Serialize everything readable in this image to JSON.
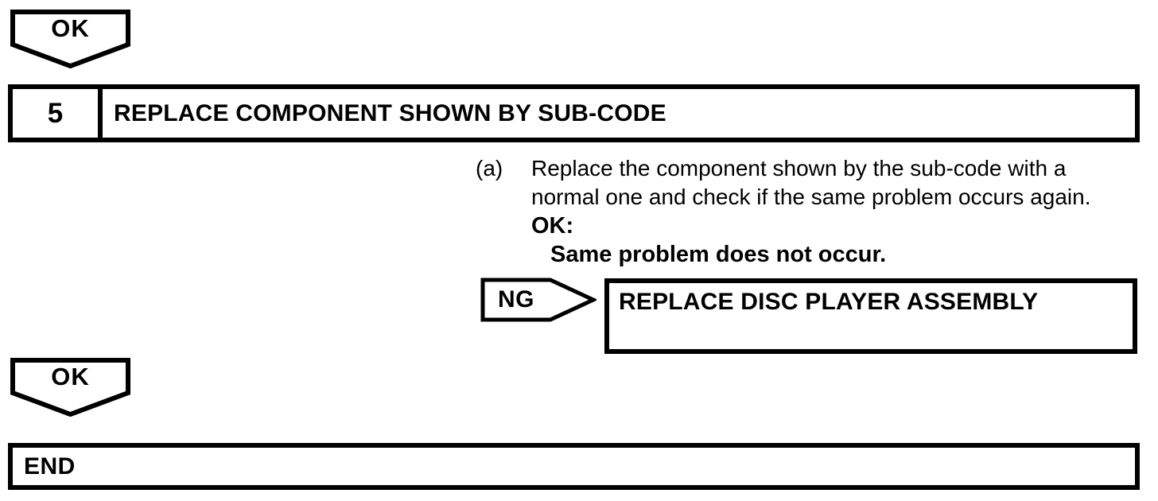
{
  "colors": {
    "ink": "#000000",
    "paper": "#ffffff"
  },
  "flowchart": {
    "connector_top": {
      "label": "OK"
    },
    "step": {
      "number": "5",
      "title": "REPLACE COMPONENT SHOWN BY SUB-CODE"
    },
    "instruction": {
      "marker": "(a)",
      "lines": [
        "Replace the component shown by the sub-code with a",
        "normal one and check if the same problem occurs again."
      ],
      "ok_label": "OK:",
      "ok_condition": "Same problem does not occur."
    },
    "ng_branch": {
      "label": "NG",
      "action": "REPLACE DISC PLAYER ASSEMBLY"
    },
    "connector_bottom": {
      "label": "OK"
    },
    "end": {
      "label": "END"
    }
  }
}
